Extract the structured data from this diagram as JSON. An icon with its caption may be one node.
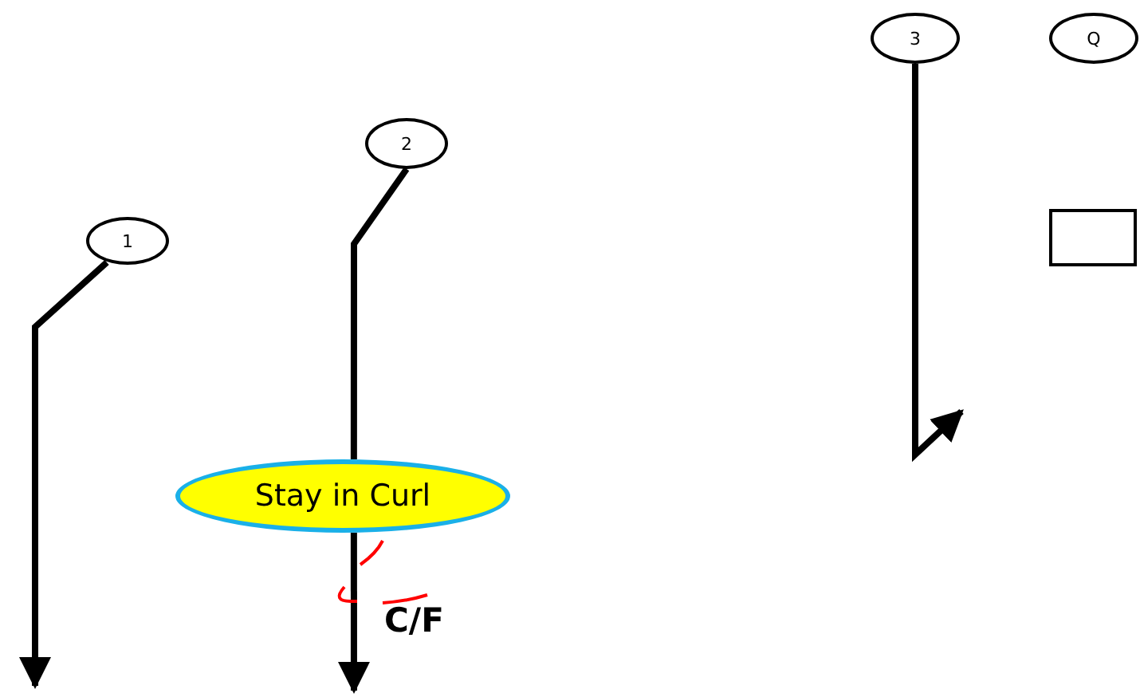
{
  "diagram": {
    "nodes": [
      {
        "text": [
          "1"
        ]
      },
      {
        "text": [
          "2"
        ]
      },
      {
        "text": [
          "3"
        ]
      },
      {
        "text": [
          "Q"
        ]
      },
      {
        "text": [],
        "shape": "box"
      },
      {
        "text": [
          "Stay in Curl"
        ]
      }
    ],
    "edges": [
      {
        "from": 0,
        "to": null,
        "arrow": "to"
      },
      {
        "from": 1,
        "to": 5,
        "arrow": "none"
      },
      {
        "from": 5,
        "to": null,
        "arrow": "to"
      },
      {
        "from": 2,
        "to": null,
        "arrow": "to"
      }
    ],
    "labels": [
      "C/F"
    ]
  }
}
